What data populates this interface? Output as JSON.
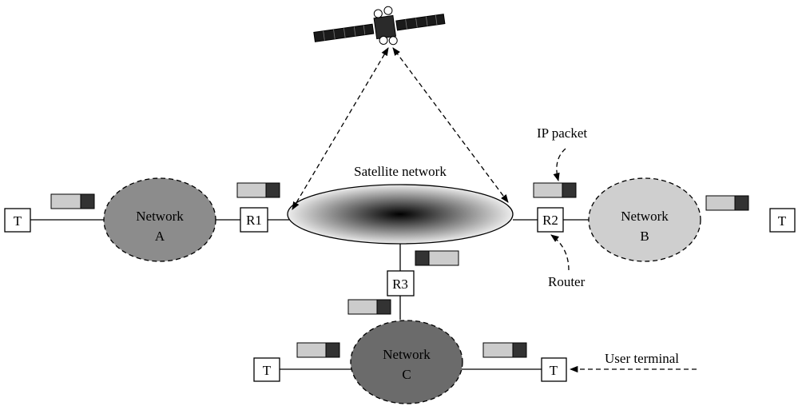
{
  "colors": {
    "network_a": "#8c8c8c",
    "network_b": "#cfcfcf",
    "network_c": "#6b6b6b",
    "satellite_center": "#000000",
    "satellite_edge": "#ececec",
    "packet_payload": "#cccccc",
    "packet_header": "#333333"
  },
  "satellite": {
    "icon": "satellite-icon",
    "title": "Satellite network"
  },
  "networks": {
    "a": {
      "line1": "Network",
      "line2": "A"
    },
    "b": {
      "line1": "Network",
      "line2": "B"
    },
    "c": {
      "line1": "Network",
      "line2": "C"
    }
  },
  "routers": {
    "r1": "R1",
    "r2": "R2",
    "r3": "R3"
  },
  "terminals": {
    "left": "T",
    "right": "T",
    "bottom_left": "T",
    "bottom_right": "T"
  },
  "annotations": {
    "ip_packet": "IP packet",
    "router": "Router",
    "user_terminal": "User terminal"
  }
}
